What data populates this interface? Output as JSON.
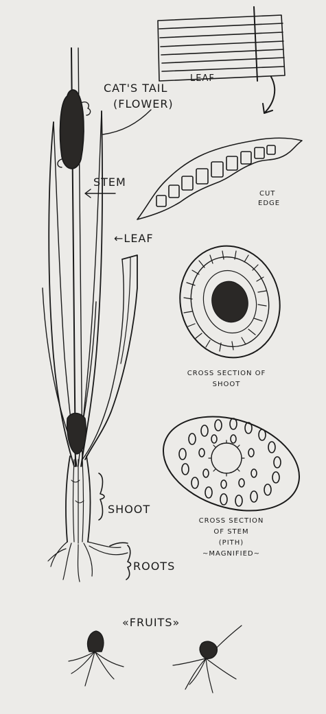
{
  "colors": {
    "paper": "#ecebe8",
    "ink": "#1a1a1a",
    "dark_fill": "#2a2826"
  },
  "labels": {
    "leaf_top": "LEAF",
    "cats_tail_1": "CAT'S TAIL",
    "cats_tail_2": "(FLOWER)",
    "cut_edge_1": "CUT",
    "cut_edge_2": "EDGE",
    "stem": "STEM",
    "leaf_side": "←LEAF",
    "shoot_section_1": "CROSS SECTION OF",
    "shoot_section_2": "SHOOT",
    "shoot": "SHOOT",
    "stem_section_1": "CROSS SECTION",
    "stem_section_2": "OF STEM",
    "stem_section_3": "(PITH)",
    "stem_section_4": "~MAGNIFIED~",
    "roots": "ROOTS",
    "fruits": "«FRUITS»"
  }
}
